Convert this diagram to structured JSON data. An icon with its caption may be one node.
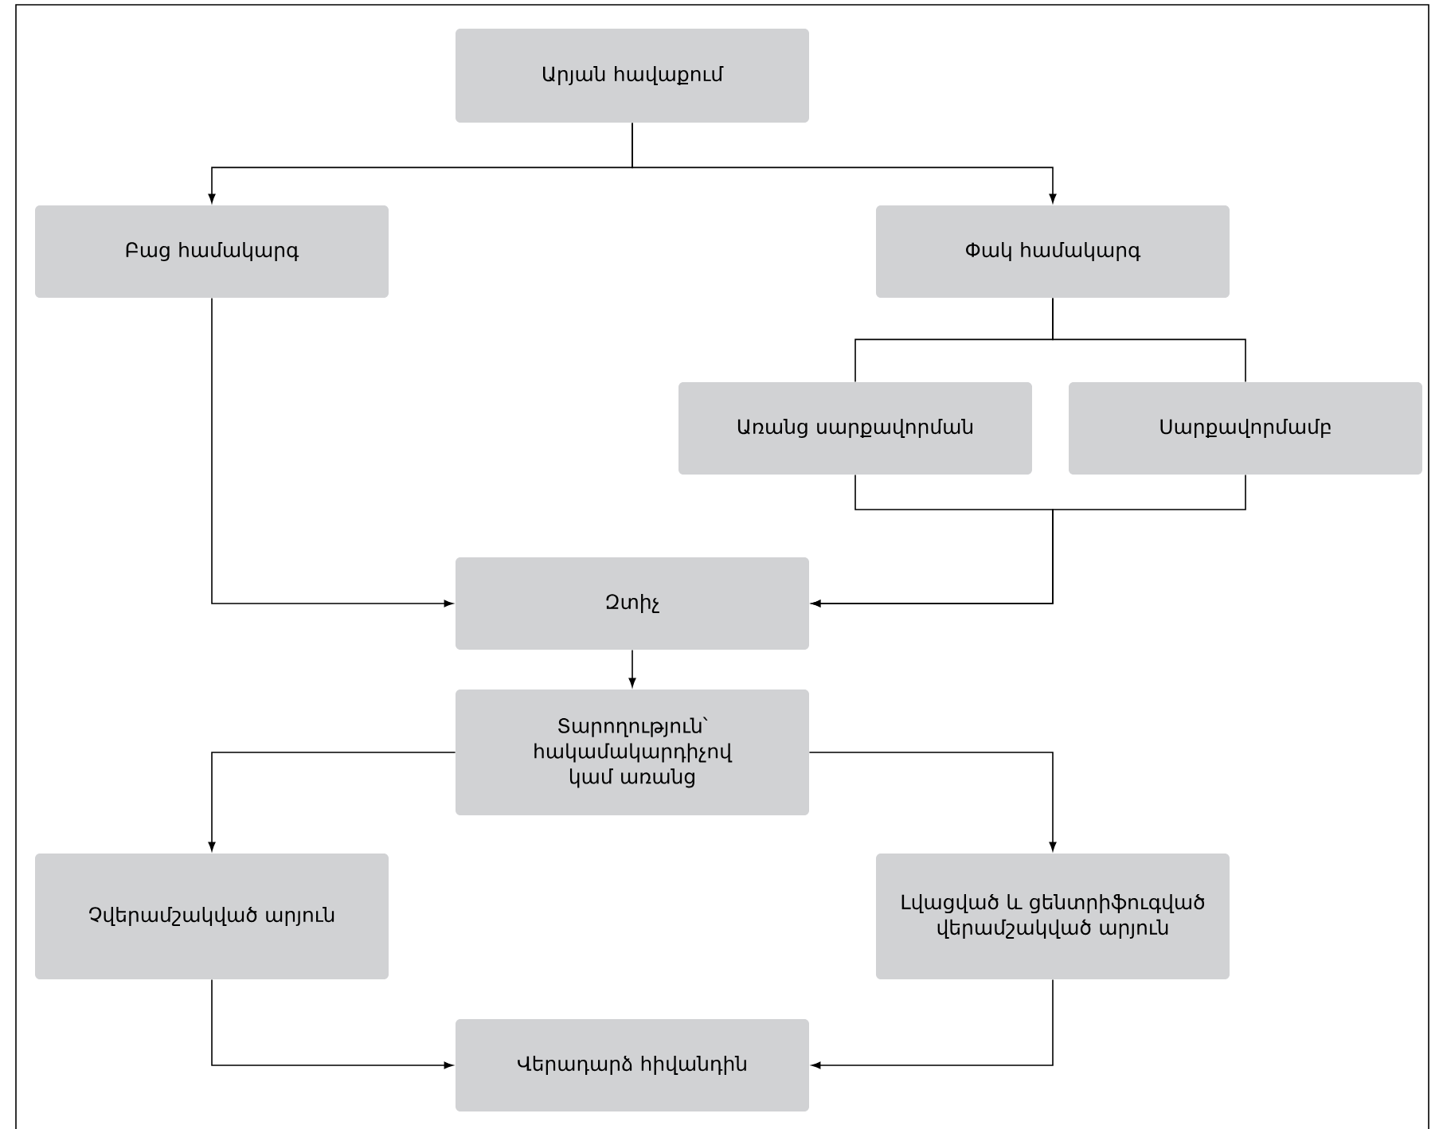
{
  "diagram": {
    "nodes": [
      {
        "text": [
          "Արյան հավաքում"
        ]
      },
      {
        "text": [
          "Բաց համակարգ"
        ]
      },
      {
        "text": [
          "Փակ համակարգ"
        ]
      },
      {
        "text": [
          "Առանց սարքավորման"
        ]
      },
      {
        "text": [
          "Սարքավորմամբ"
        ]
      },
      {
        "text": [
          "Զտիչ"
        ]
      },
      {
        "text": [
          "Տարողություն՝ հակամակարդիչով կամ առանց"
        ]
      },
      {
        "text": [
          "Չվերամշակված արյուն"
        ]
      },
      {
        "text": [
          "Լվացված և ցենտրիֆուգված վերամշակված արյուն"
        ]
      },
      {
        "text": [
          "Վերադարձ հիվանդին"
        ]
      }
    ],
    "edges": [
      {
        "from": 0,
        "to": 1,
        "arrow": "to"
      },
      {
        "from": 0,
        "to": 2,
        "arrow": "to"
      },
      {
        "from": 2,
        "to": 3,
        "arrow": "none"
      },
      {
        "from": 2,
        "to": 4,
        "arrow": "none"
      },
      {
        "from": 1,
        "to": 5,
        "arrow": "to"
      },
      {
        "from": 3,
        "to": 5,
        "arrow": "to"
      },
      {
        "from": 4,
        "to": 5,
        "arrow": "to"
      },
      {
        "from": 5,
        "to": 6,
        "arrow": "to"
      },
      {
        "from": 6,
        "to": 7,
        "arrow": "to"
      },
      {
        "from": 6,
        "to": 8,
        "arrow": "to"
      },
      {
        "from": 7,
        "to": 9,
        "arrow": "to"
      },
      {
        "from": 8,
        "to": 9,
        "arrow": "to"
      }
    ]
  }
}
